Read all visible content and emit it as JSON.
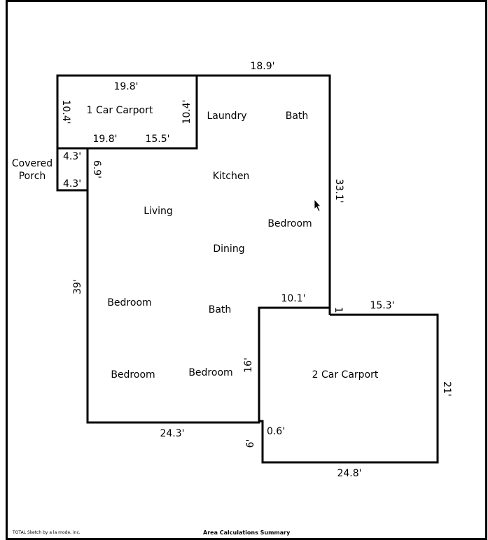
{
  "rooms": {
    "one_car_carport": "1 Car Carport",
    "laundry": "Laundry",
    "bath_top": "Bath",
    "covered": "Covered",
    "porch": "Porch",
    "kitchen": "Kitchen",
    "living": "Living",
    "bedroom_right": "Bedroom",
    "dining": "Dining",
    "bedroom_left": "Bedroom",
    "bath_mid": "Bath",
    "bedroom_bottom_left": "Bedroom",
    "bedroom_bottom_mid": "Bedroom",
    "two_car_carport": "2 Car Carport"
  },
  "dimensions": {
    "top_main": "18.9'",
    "carport1_top": "19.8'",
    "carport1_left": "10.4'",
    "carport1_right": "10.4'",
    "carport1_bottom_a": "19.8'",
    "carport1_bottom_b": "15.5'",
    "porch_top": "4.3'",
    "porch_side": "6.9'",
    "porch_bottom": "4.3'",
    "right_main": "33.1'",
    "left_main": "39'",
    "notch_top": "10.1'",
    "notch_side": "1'",
    "carport2_top": "15.3'",
    "carport2_left": "16'",
    "carport2_right": "21'",
    "bottom_main": "24.3'",
    "small_step": "0.6'",
    "small_side": "6'",
    "carport2_bottom": "24.8'"
  },
  "footer": {
    "credit": "TOTAL Sketch by a la mode, inc.",
    "summary": "Area Calculations Summary"
  }
}
